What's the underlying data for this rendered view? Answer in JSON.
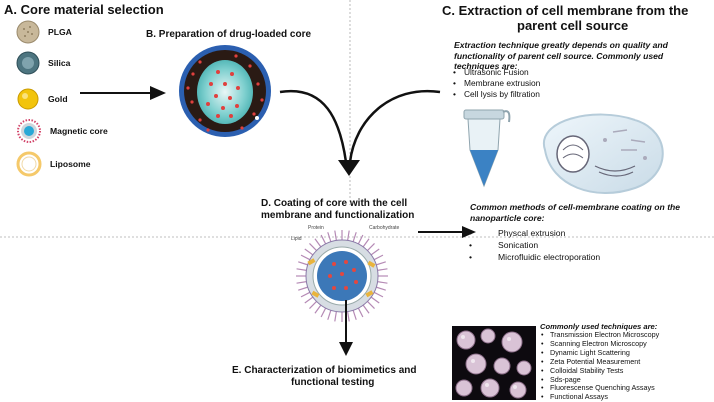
{
  "panel_a": {
    "title": "A. Core material selection",
    "materials": [
      {
        "label": "PLGA",
        "color": "#c8b89a"
      },
      {
        "label": "Silica",
        "color": "#5f8793"
      },
      {
        "label": "Gold",
        "color": "#f2c40c"
      },
      {
        "label": "Magnetic core",
        "color": "#29a8d6"
      },
      {
        "label": "Liposome",
        "color": "#f5c96a"
      }
    ]
  },
  "panel_b": {
    "title": "B. Preparation of drug-loaded core"
  },
  "panel_c": {
    "title_line1": "C. Extraction of cell membrane from the",
    "title_line2": "parent cell source",
    "intro": "Extraction technique greatly depends on quality and functionality of parent cell source. Commonly used techniques are:",
    "items": [
      "Ultrasonic Fusion",
      "Membrane extrusion",
      "Cell lysis by filtration"
    ]
  },
  "panel_d": {
    "title_line1": "D. Coating of core with the cell",
    "title_line2": "membrane and functionalization",
    "labels": {
      "protein": "Protein",
      "carbohydrate": "Carbohydrate",
      "lipid": "Lipid"
    },
    "methods_title": "Common methods of cell-membrane coating on the nanoparticle core:",
    "methods": [
      "Physcal extrusion",
      "Sonication",
      "Microfluidic electroporation"
    ]
  },
  "panel_e": {
    "title_line1": "E. Characterization of biomimetics and",
    "title_line2": "functional testing",
    "techniques_title": "Commonly used techniques are:",
    "techniques": [
      "Transmission Electron Microscopy",
      "Scanning Electron Microscopy",
      "Dynamic Light Scattering",
      "Zeta Potential Measurement",
      "Colloidal Stability Tests",
      "Sds-page",
      "Fluorescense Quenching Assays",
      "Functional Assays"
    ]
  }
}
